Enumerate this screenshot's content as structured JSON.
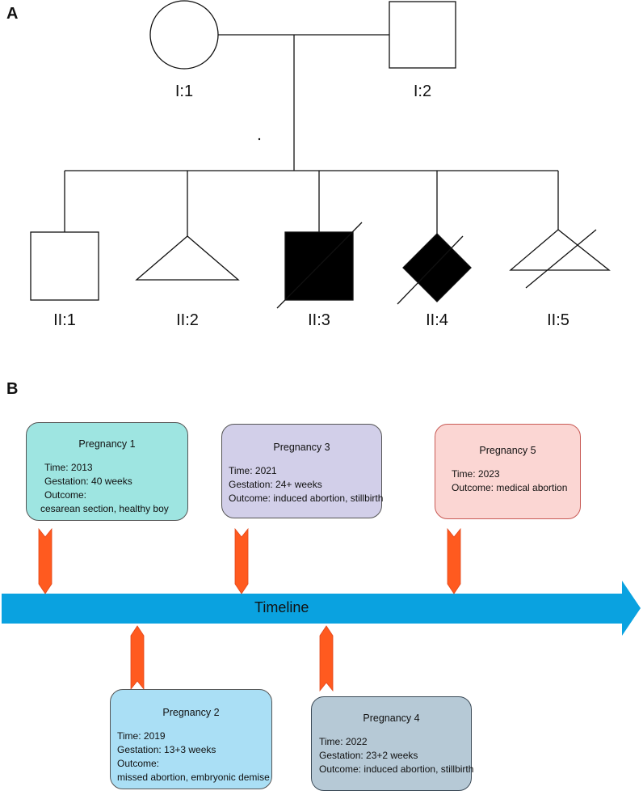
{
  "panels": {
    "a": "A",
    "b": "B"
  },
  "pedigree": {
    "generation1": [
      {
        "id": "I:1",
        "symbol": "circle",
        "affected": false,
        "deceased": false
      },
      {
        "id": "I:2",
        "symbol": "square",
        "affected": false,
        "deceased": false
      }
    ],
    "generation2": [
      {
        "id": "II:1",
        "symbol": "square",
        "affected": false,
        "deceased": false
      },
      {
        "id": "II:2",
        "symbol": "triangle",
        "affected": false,
        "deceased": false
      },
      {
        "id": "II:3",
        "symbol": "square",
        "affected": true,
        "deceased": true
      },
      {
        "id": "II:4",
        "symbol": "diamond",
        "affected": true,
        "deceased": true
      },
      {
        "id": "II:5",
        "symbol": "triangle",
        "affected": false,
        "deceased": true
      }
    ]
  },
  "timeline": {
    "label": "Timeline",
    "arrow_color": "#0aa2e0",
    "marker_color": "#ff5a1f",
    "pregnancies": [
      {
        "title": "Pregnancy 1",
        "lines": [
          "Time: 2013",
          "Gestation: 40 weeks",
          "Outcome:",
          "cesarean section, healthy boy"
        ],
        "color": "#9ee5e1"
      },
      {
        "title": "Pregnancy 2",
        "lines": [
          "Time: 2019",
          "Gestation: 13+3 weeks",
          "Outcome:",
          "missed abortion, embryonic demise"
        ],
        "color": "#aadff5"
      },
      {
        "title": "Pregnancy 3",
        "lines": [
          "Time: 2021",
          "Gestation: 24+ weeks",
          "Outcome: induced abortion, stillbirth"
        ],
        "color": "#d2cfe9"
      },
      {
        "title": "Pregnancy 4",
        "lines": [
          "Time: 2022",
          "Gestation: 23+2 weeks",
          "Outcome: induced abortion, stillbirth"
        ],
        "color": "#b6c9d6"
      },
      {
        "title": "Pregnancy 5",
        "lines": [
          "Time: 2023",
          "Outcome: medical abortion"
        ],
        "color": "#fbd6d3"
      }
    ]
  }
}
